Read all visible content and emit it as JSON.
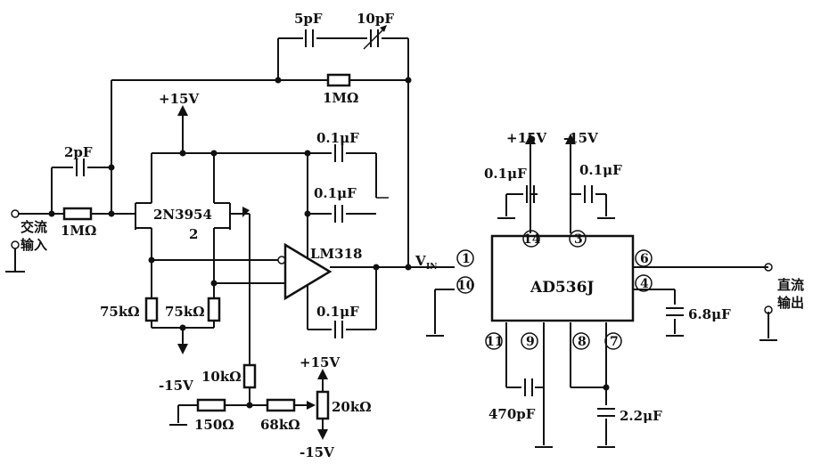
{
  "components": {
    "c_5pF": "5pF",
    "c_10pF": "10pF",
    "r_1M_fb": "1MΩ",
    "c_2pF": "2pF",
    "r_1M_in": "1MΩ",
    "jfet": "2N3954",
    "jfet_num": "2",
    "r_75k_left": "75kΩ",
    "r_75k_right": "75kΩ",
    "opamp": "LM318",
    "c_01_a": "0.1μF",
    "c_01_b": "0.1μF",
    "c_01_c": "0.1μF",
    "c_01_d": "0.1μF",
    "c_01_e": "0.1μF",
    "r_10k": "10kΩ",
    "r_150": "150Ω",
    "r_68k": "68kΩ",
    "pot_20k": "20kΩ",
    "ic": "AD536J",
    "c_470p": "470pF",
    "c_22u": "2.2μF",
    "c_68u": "6.8μF"
  },
  "supplies": {
    "p15_top": "+15V",
    "m15_left": "-15V",
    "p15_pot": "+15V",
    "m15_pot": "-15V",
    "p15_ic": "+15V",
    "m15_ic": "-15V"
  },
  "io": {
    "ac_in_1": "交流",
    "ac_in_2": "输入",
    "dc_out_1": "直流",
    "dc_out_2": "输出",
    "vin": "V",
    "vin_sub": "IN"
  },
  "pins": {
    "p1": "1",
    "p10": "10",
    "p14": "14",
    "p3": "3",
    "p6": "6",
    "p4": "4",
    "p11": "11",
    "p9": "9",
    "p8": "8",
    "p7": "7"
  }
}
